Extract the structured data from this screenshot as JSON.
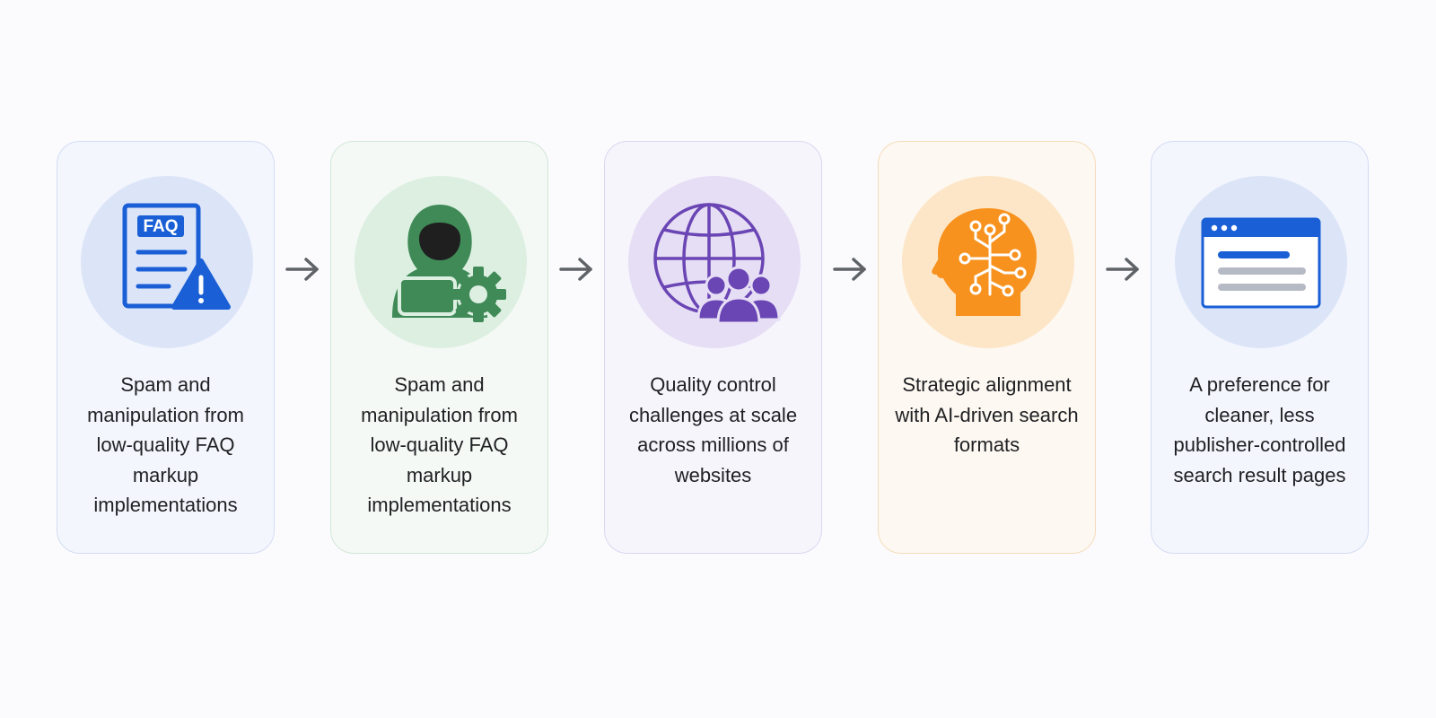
{
  "steps": [
    {
      "label": "Spam and manipulation from low-quality FAQ markup implementations",
      "icon": "faq-warning-icon",
      "icon_text": "FAQ",
      "accent": "#1a5fd6"
    },
    {
      "label": "Spam and manipulation from low-quality FAQ markup implementations",
      "icon": "hooded-hacker-laptop-gear-icon",
      "accent": "#3f8a57"
    },
    {
      "label": "Quality control challenges at scale across millions of websites",
      "icon": "globe-users-icon",
      "accent": "#6a45b4"
    },
    {
      "label": "Strategic alignment with AI-driven search formats",
      "icon": "ai-brain-head-icon",
      "accent": "#f7921e"
    },
    {
      "label": "A preference for cleaner, less publisher-controlled search result pages",
      "icon": "browser-window-icon",
      "accent": "#1a5fd6"
    }
  ],
  "connector": {
    "icon": "right-arrow-icon",
    "color": "#5f6368"
  }
}
